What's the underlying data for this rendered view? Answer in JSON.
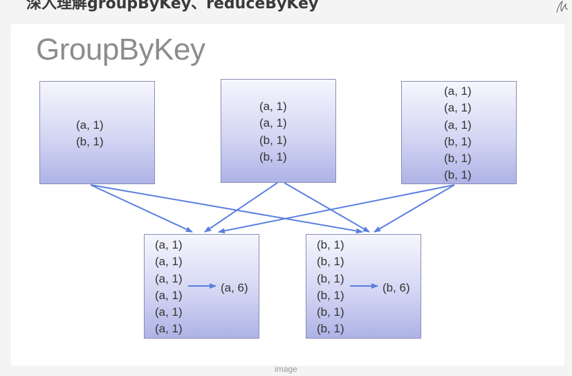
{
  "page": {
    "article_title": "深入理解groupByKey、reduceByKey",
    "caption": "image"
  },
  "diagram": {
    "slide_title": "GroupByKey",
    "partitions": [
      {
        "pairs": [
          "(a, 1)",
          "(b, 1)"
        ]
      },
      {
        "pairs": [
          "(a, 1)",
          "(a, 1)",
          "(b, 1)",
          "(b, 1)"
        ]
      },
      {
        "pairs": [
          "(a, 1)",
          "(a, 1)",
          "(a, 1)",
          "(b, 1)",
          "(b, 1)",
          "(b, 1)"
        ]
      }
    ],
    "groups": [
      {
        "pairs": [
          "(a, 1)",
          "(a, 1)",
          "(a, 1)",
          "(a, 1)",
          "(a, 1)",
          "(a, 1)"
        ],
        "result": "(a, 6)"
      },
      {
        "pairs": [
          "(b, 1)",
          "(b, 1)",
          "(b, 1)",
          "(b, 1)",
          "(b, 1)",
          "(b, 1)"
        ],
        "result": "(b, 6)"
      }
    ],
    "colors": {
      "arrow": "#5b7fe0",
      "slide_title": "#8c8c8c",
      "box_bottom": "#aeb3e6"
    }
  }
}
